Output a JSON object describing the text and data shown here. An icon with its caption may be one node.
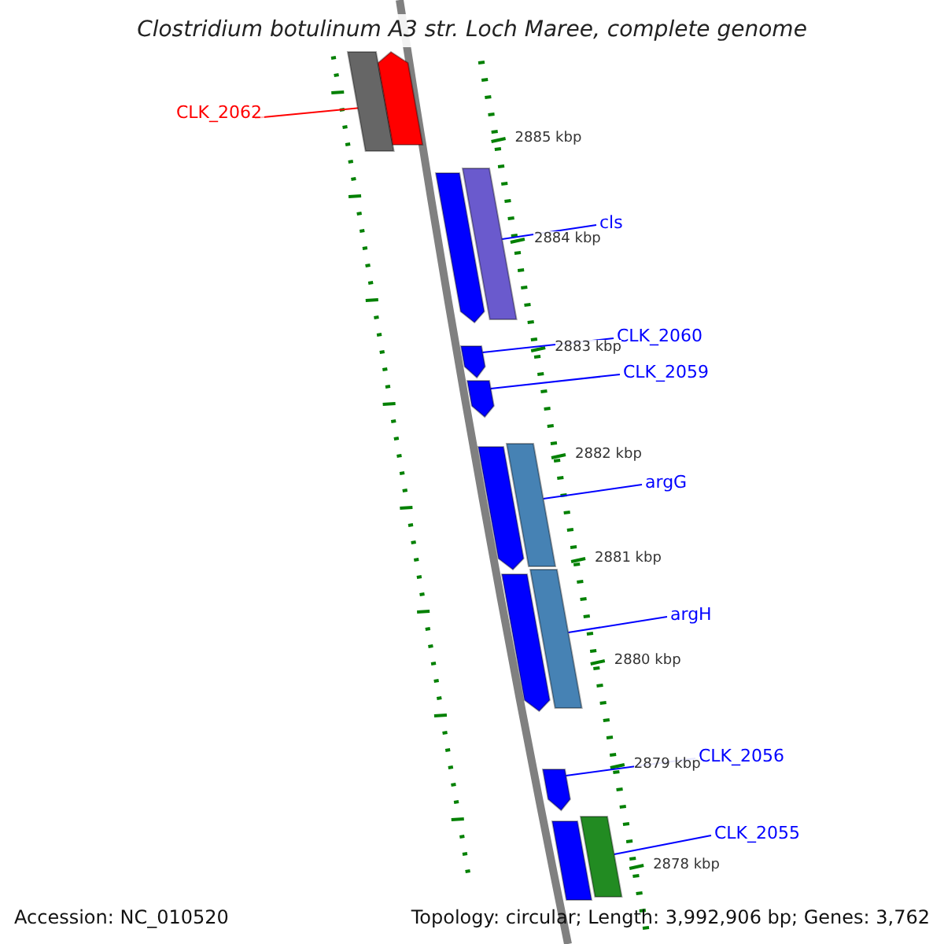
{
  "diagram": {
    "title": "Clostridium botulinum A3 str. Loch Maree, complete genome",
    "nodes": [
      {
        "text": [
          "CLK_2062"
        ]
      },
      {
        "text": [],
        "shape": "bar"
      },
      {
        "text": [],
        "shape": "pentagon"
      },
      {
        "text": [],
        "shape": "pentagon"
      },
      {
        "text": [],
        "shape": "bar"
      },
      {
        "text": [
          "cls"
        ]
      },
      {
        "text": [],
        "shape": "pentagon"
      },
      {
        "text": [
          "CLK_2060"
        ]
      },
      {
        "text": [],
        "shape": "pentagon"
      },
      {
        "text": [
          "CLK_2059"
        ]
      },
      {
        "text": [],
        "shape": "pentagon"
      },
      {
        "text": [],
        "shape": "bar"
      },
      {
        "text": [
          "argG"
        ]
      },
      {
        "text": [],
        "shape": "pentagon"
      },
      {
        "text": [],
        "shape": "bar"
      },
      {
        "text": [
          "argH"
        ]
      },
      {
        "text": [],
        "shape": "pentagon"
      },
      {
        "text": [
          "CLK_2056"
        ]
      },
      {
        "text": [],
        "shape": "bar"
      },
      {
        "text": [],
        "shape": "bar"
      },
      {
        "text": [
          "CLK_2055"
        ]
      }
    ],
    "edges": [
      {
        "from": 0,
        "to": 2,
        "arrow": "none",
        "color": "#ff0000"
      },
      {
        "from": 5,
        "to": 4,
        "arrow": "none"
      },
      {
        "from": 7,
        "to": 6,
        "arrow": "none"
      },
      {
        "from": 9,
        "to": 8,
        "arrow": "none"
      },
      {
        "from": 12,
        "to": 11,
        "arrow": "none"
      },
      {
        "from": 15,
        "to": 14,
        "arrow": "none"
      },
      {
        "from": 17,
        "to": 16,
        "arrow": "none"
      },
      {
        "from": 20,
        "to": 19,
        "arrow": "none"
      }
    ],
    "labels": [
      "2885 kbp",
      "2884 kbp",
      "2883 kbp",
      "2882 kbp",
      "2881 kbp",
      "2880 kbp",
      "2879 kbp",
      "2878 kbp",
      "Accession: NC_010520",
      "Topology: circular; Length: 3,992,906 bp; Genes: 3,762"
    ]
  }
}
